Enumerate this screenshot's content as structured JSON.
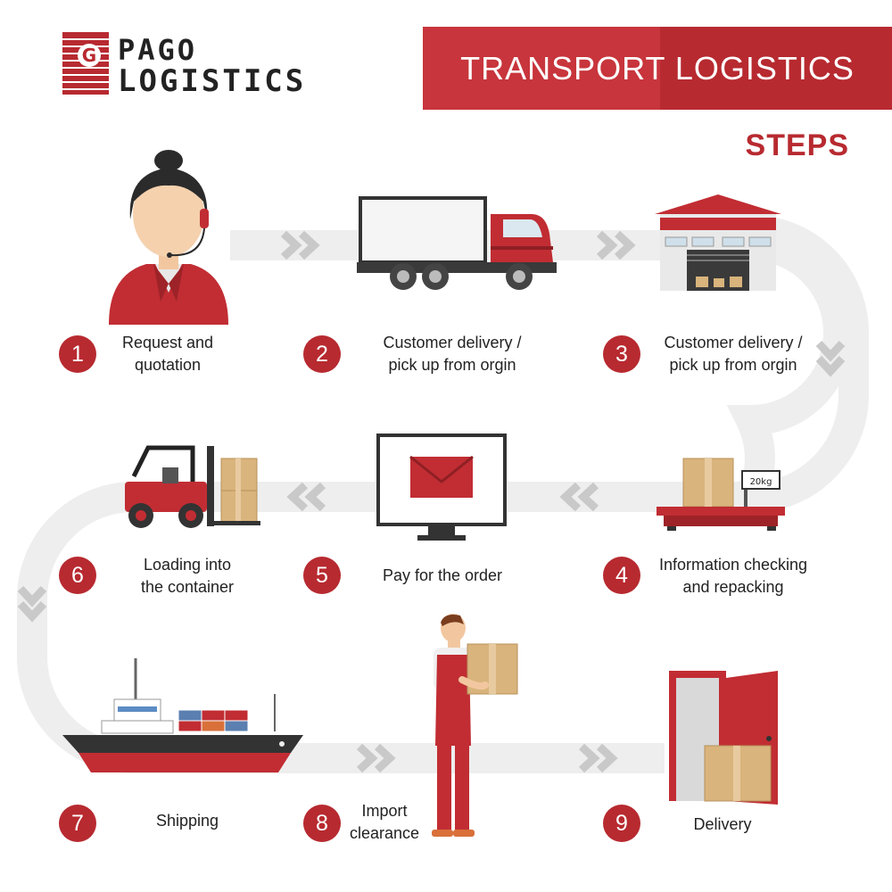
{
  "brand": {
    "logo_mark": "G",
    "name_line1": "PAGO",
    "name_line2": "LOGISTICS"
  },
  "header": {
    "title": "TRANSPORT LOGISTICS",
    "subtitle": "STEPS"
  },
  "colors": {
    "accent": "#b72a30",
    "flow_path": "#eeeeee",
    "chevron": "#c9c9c9",
    "box": "#d9b47c"
  },
  "steps": [
    {
      "number": "1",
      "label": "Request and\nquotation",
      "icon": "customer-service-agent-icon"
    },
    {
      "number": "2",
      "label": "Customer delivery /\npick up from orgin",
      "icon": "truck-icon"
    },
    {
      "number": "3",
      "label": "Customer delivery /\npick up from orgin",
      "icon": "warehouse-icon"
    },
    {
      "number": "4",
      "label": "Information checking\nand repacking",
      "icon": "weighing-scale-icon"
    },
    {
      "number": "5",
      "label": "Pay for the order",
      "icon": "monitor-mail-icon"
    },
    {
      "number": "6",
      "label": "Loading into\nthe container",
      "icon": "forklift-icon"
    },
    {
      "number": "7",
      "label": "Shipping",
      "icon": "cargo-ship-icon"
    },
    {
      "number": "8",
      "label": "Import\nclearance",
      "icon": "worker-carrying-box-icon"
    },
    {
      "number": "9",
      "label": "Delivery",
      "icon": "door-delivery-icon"
    }
  ],
  "scale_reading": "20kg"
}
